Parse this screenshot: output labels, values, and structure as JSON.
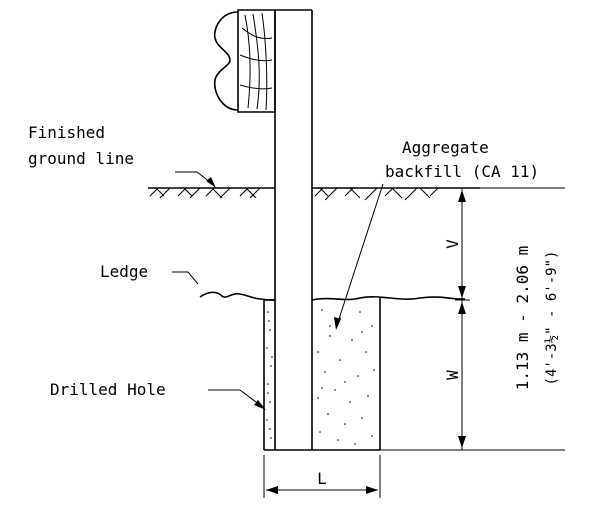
{
  "labels": {
    "finished_ground_line_1": "Finished",
    "finished_ground_line_2": "ground line",
    "aggregate_1": "Aggregate",
    "aggregate_2": "backfill (CA 11)",
    "ledge": "Ledge",
    "drilled_hole": "Drilled Hole"
  },
  "dimensions": {
    "v": "V",
    "w": "W",
    "l": "L",
    "metric": "1.13 m - 2.06 m",
    "imperial": "(4'-3½\" - 6'-9\")"
  }
}
